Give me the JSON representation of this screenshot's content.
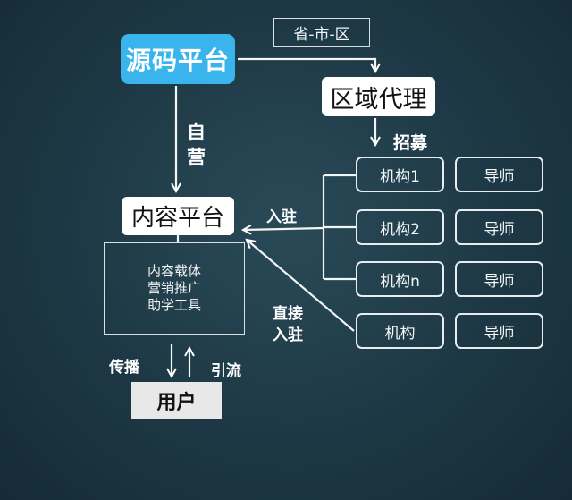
{
  "nodes": {
    "source_platform": "源码平台",
    "region_scope": "省-市-区",
    "regional_agent": "区域代理",
    "content_platform": "内容平台",
    "tools": [
      "内容载体",
      "营销推广",
      "助学工具"
    ],
    "user": "用户",
    "institutions": [
      "机构1",
      "机构2",
      "机构n",
      "机构"
    ],
    "mentor": "导师"
  },
  "labels": {
    "self_operated": [
      "自",
      "营"
    ],
    "recruit": "招募",
    "settle_in": "入驻",
    "direct_settle": [
      "直接",
      "入驻"
    ],
    "spread": "传播",
    "drain": "引流"
  },
  "colors": {
    "background": "#1d3844",
    "source_fill": "#3ab4ec",
    "line": "#ffffff"
  }
}
